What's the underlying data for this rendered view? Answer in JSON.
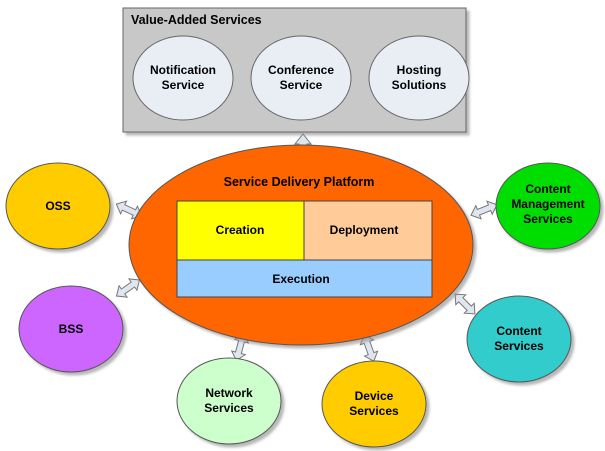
{
  "vas": {
    "title": "Value-Added Services",
    "services": [
      [
        "Notification",
        "Service"
      ],
      [
        "Conference",
        "Service"
      ],
      [
        "Hosting",
        "Solutions"
      ]
    ]
  },
  "sdp": {
    "title": "Service Delivery Platform",
    "creation": "Creation",
    "deployment": "Deployment",
    "execution": "Execution"
  },
  "nodes": {
    "oss": [
      "OSS"
    ],
    "bss": [
      "BSS"
    ],
    "network": [
      "Network",
      "Services"
    ],
    "device": [
      "Device",
      "Services"
    ],
    "content_mgmt": [
      "Content",
      "Management",
      "Services"
    ],
    "content": [
      "Content",
      "Services"
    ]
  },
  "colors": {
    "vas_box": "#c8c8c8",
    "vas_ellipse": "#e9eef5",
    "sdp": "#ff6600",
    "creation": "#ffff00",
    "deployment": "#ffcc99",
    "execution": "#99ccff",
    "oss": "#ffcc00",
    "bss": "#cc66ff",
    "network": "#ccffcc",
    "device": "#ffcc00",
    "content_mgmt": "#00dd00",
    "content": "#33cccc",
    "arrow_fill": "#dfe6f0"
  }
}
